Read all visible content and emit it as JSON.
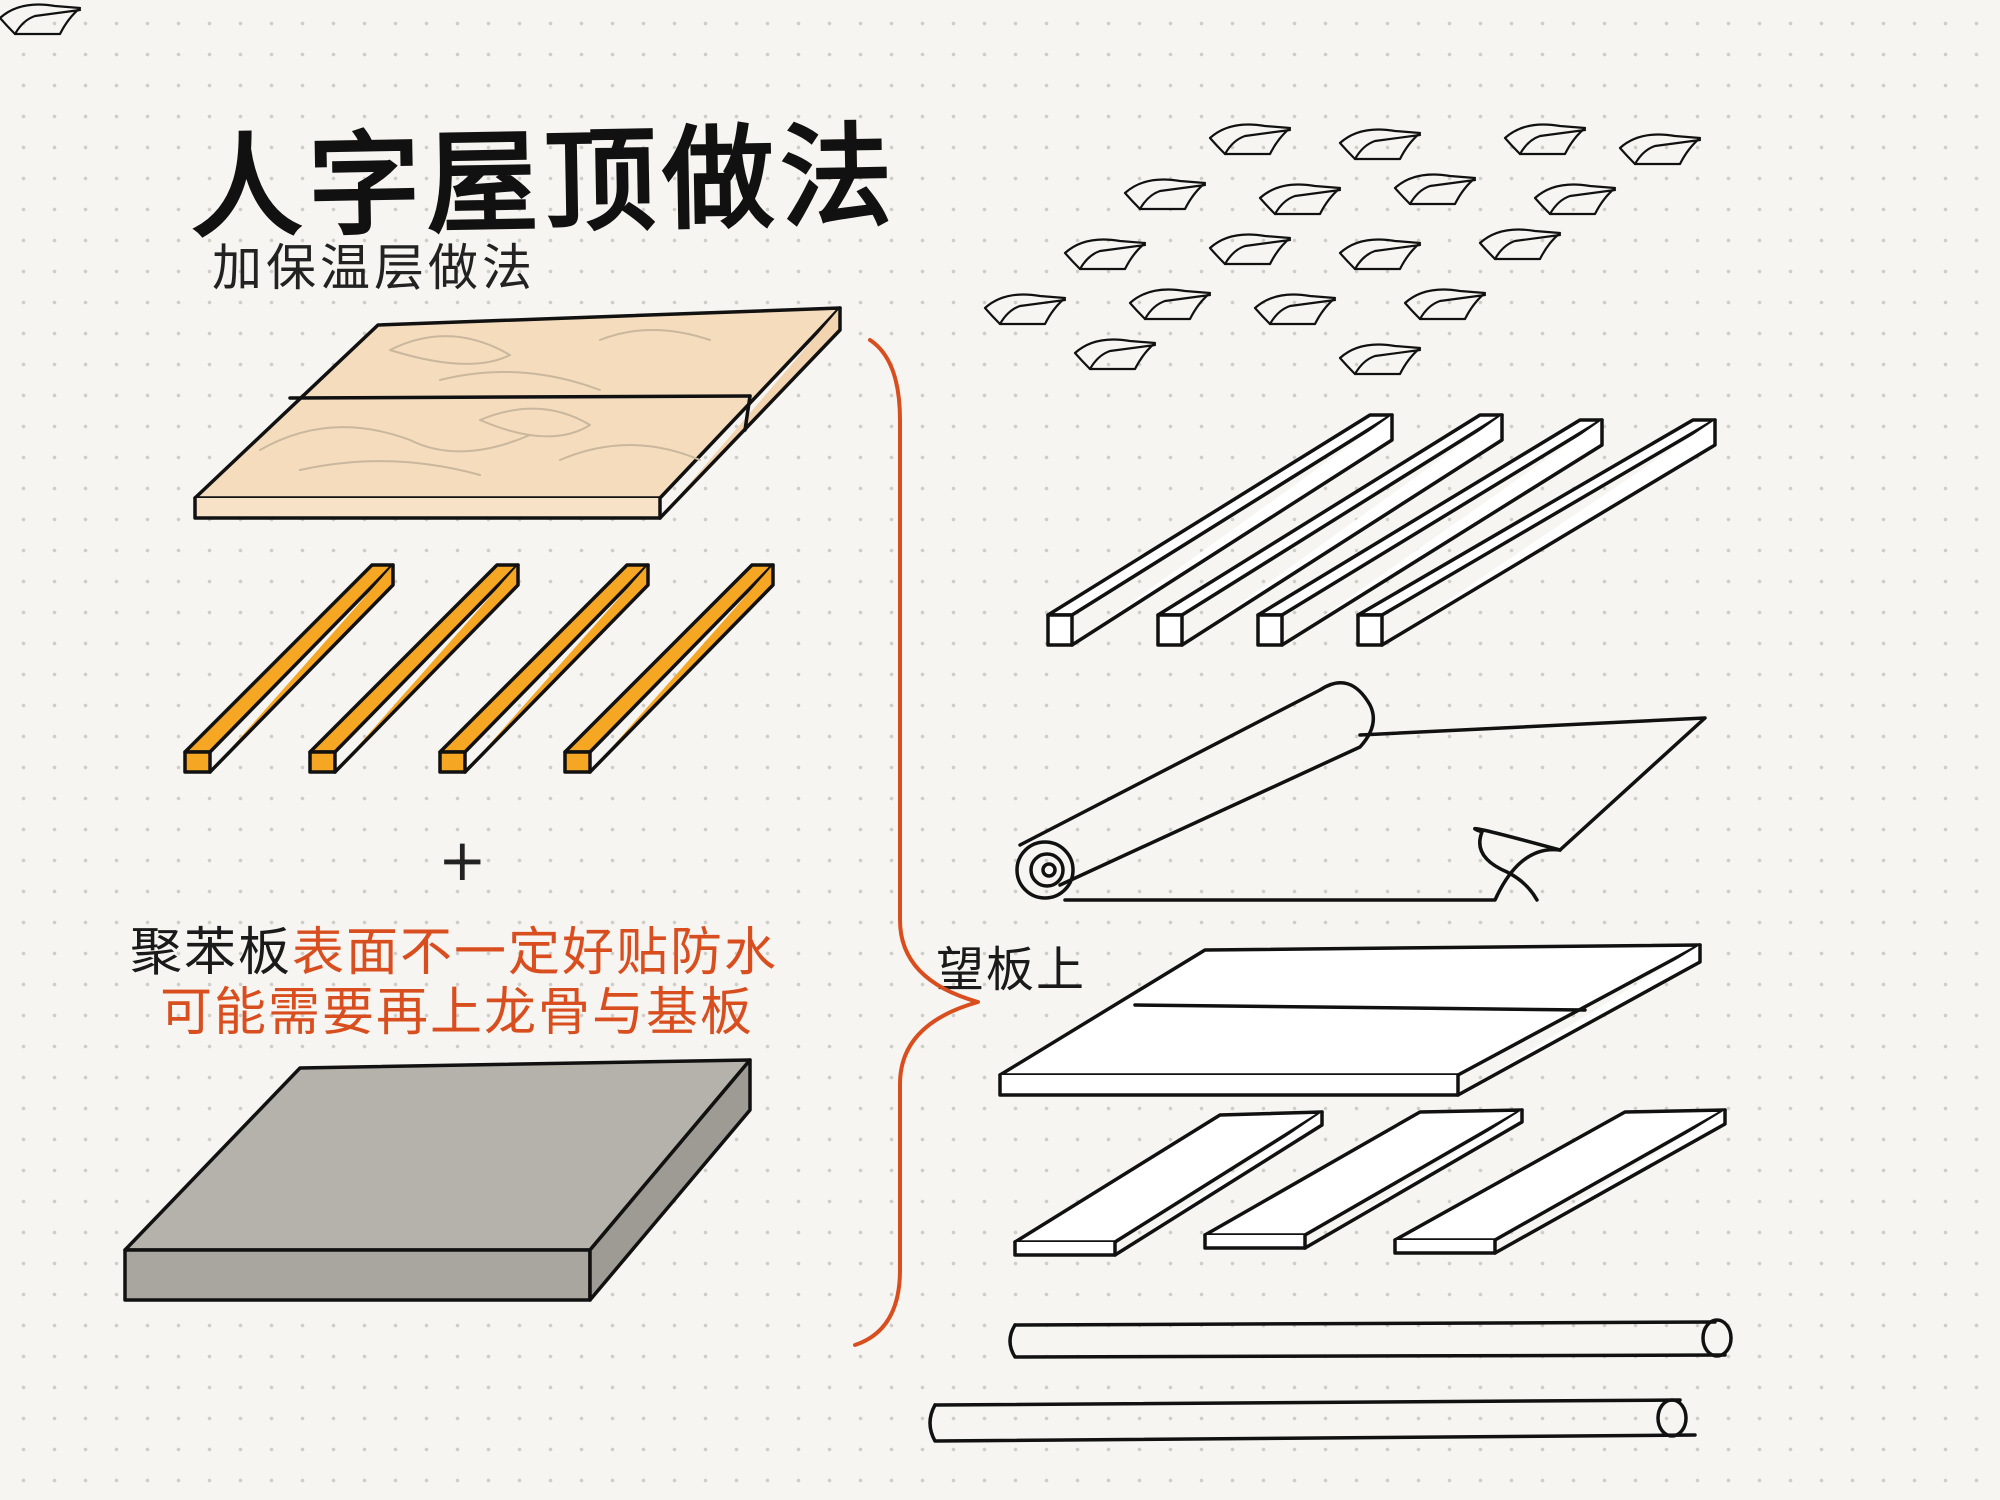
{
  "title": "人字屋顶做法",
  "subtitle": "加保温层做法",
  "plus_sign": "+",
  "note": {
    "label": "聚苯板",
    "line1_rest": "表面不一定好贴防水",
    "line2": "可能需要再上龙骨与基板"
  },
  "brace_label": "望板上",
  "colors": {
    "ink": "#111111",
    "accent_orange": "#d94e1f",
    "wood_board": "#f5dcbd",
    "batten": "#f5a623",
    "foam_board": "#b5b2ab"
  },
  "icons": [
    "roof-tiles-icon",
    "battens-icon",
    "membrane-roll-icon",
    "board-icon",
    "rafters-icon",
    "purlins-icon"
  ]
}
